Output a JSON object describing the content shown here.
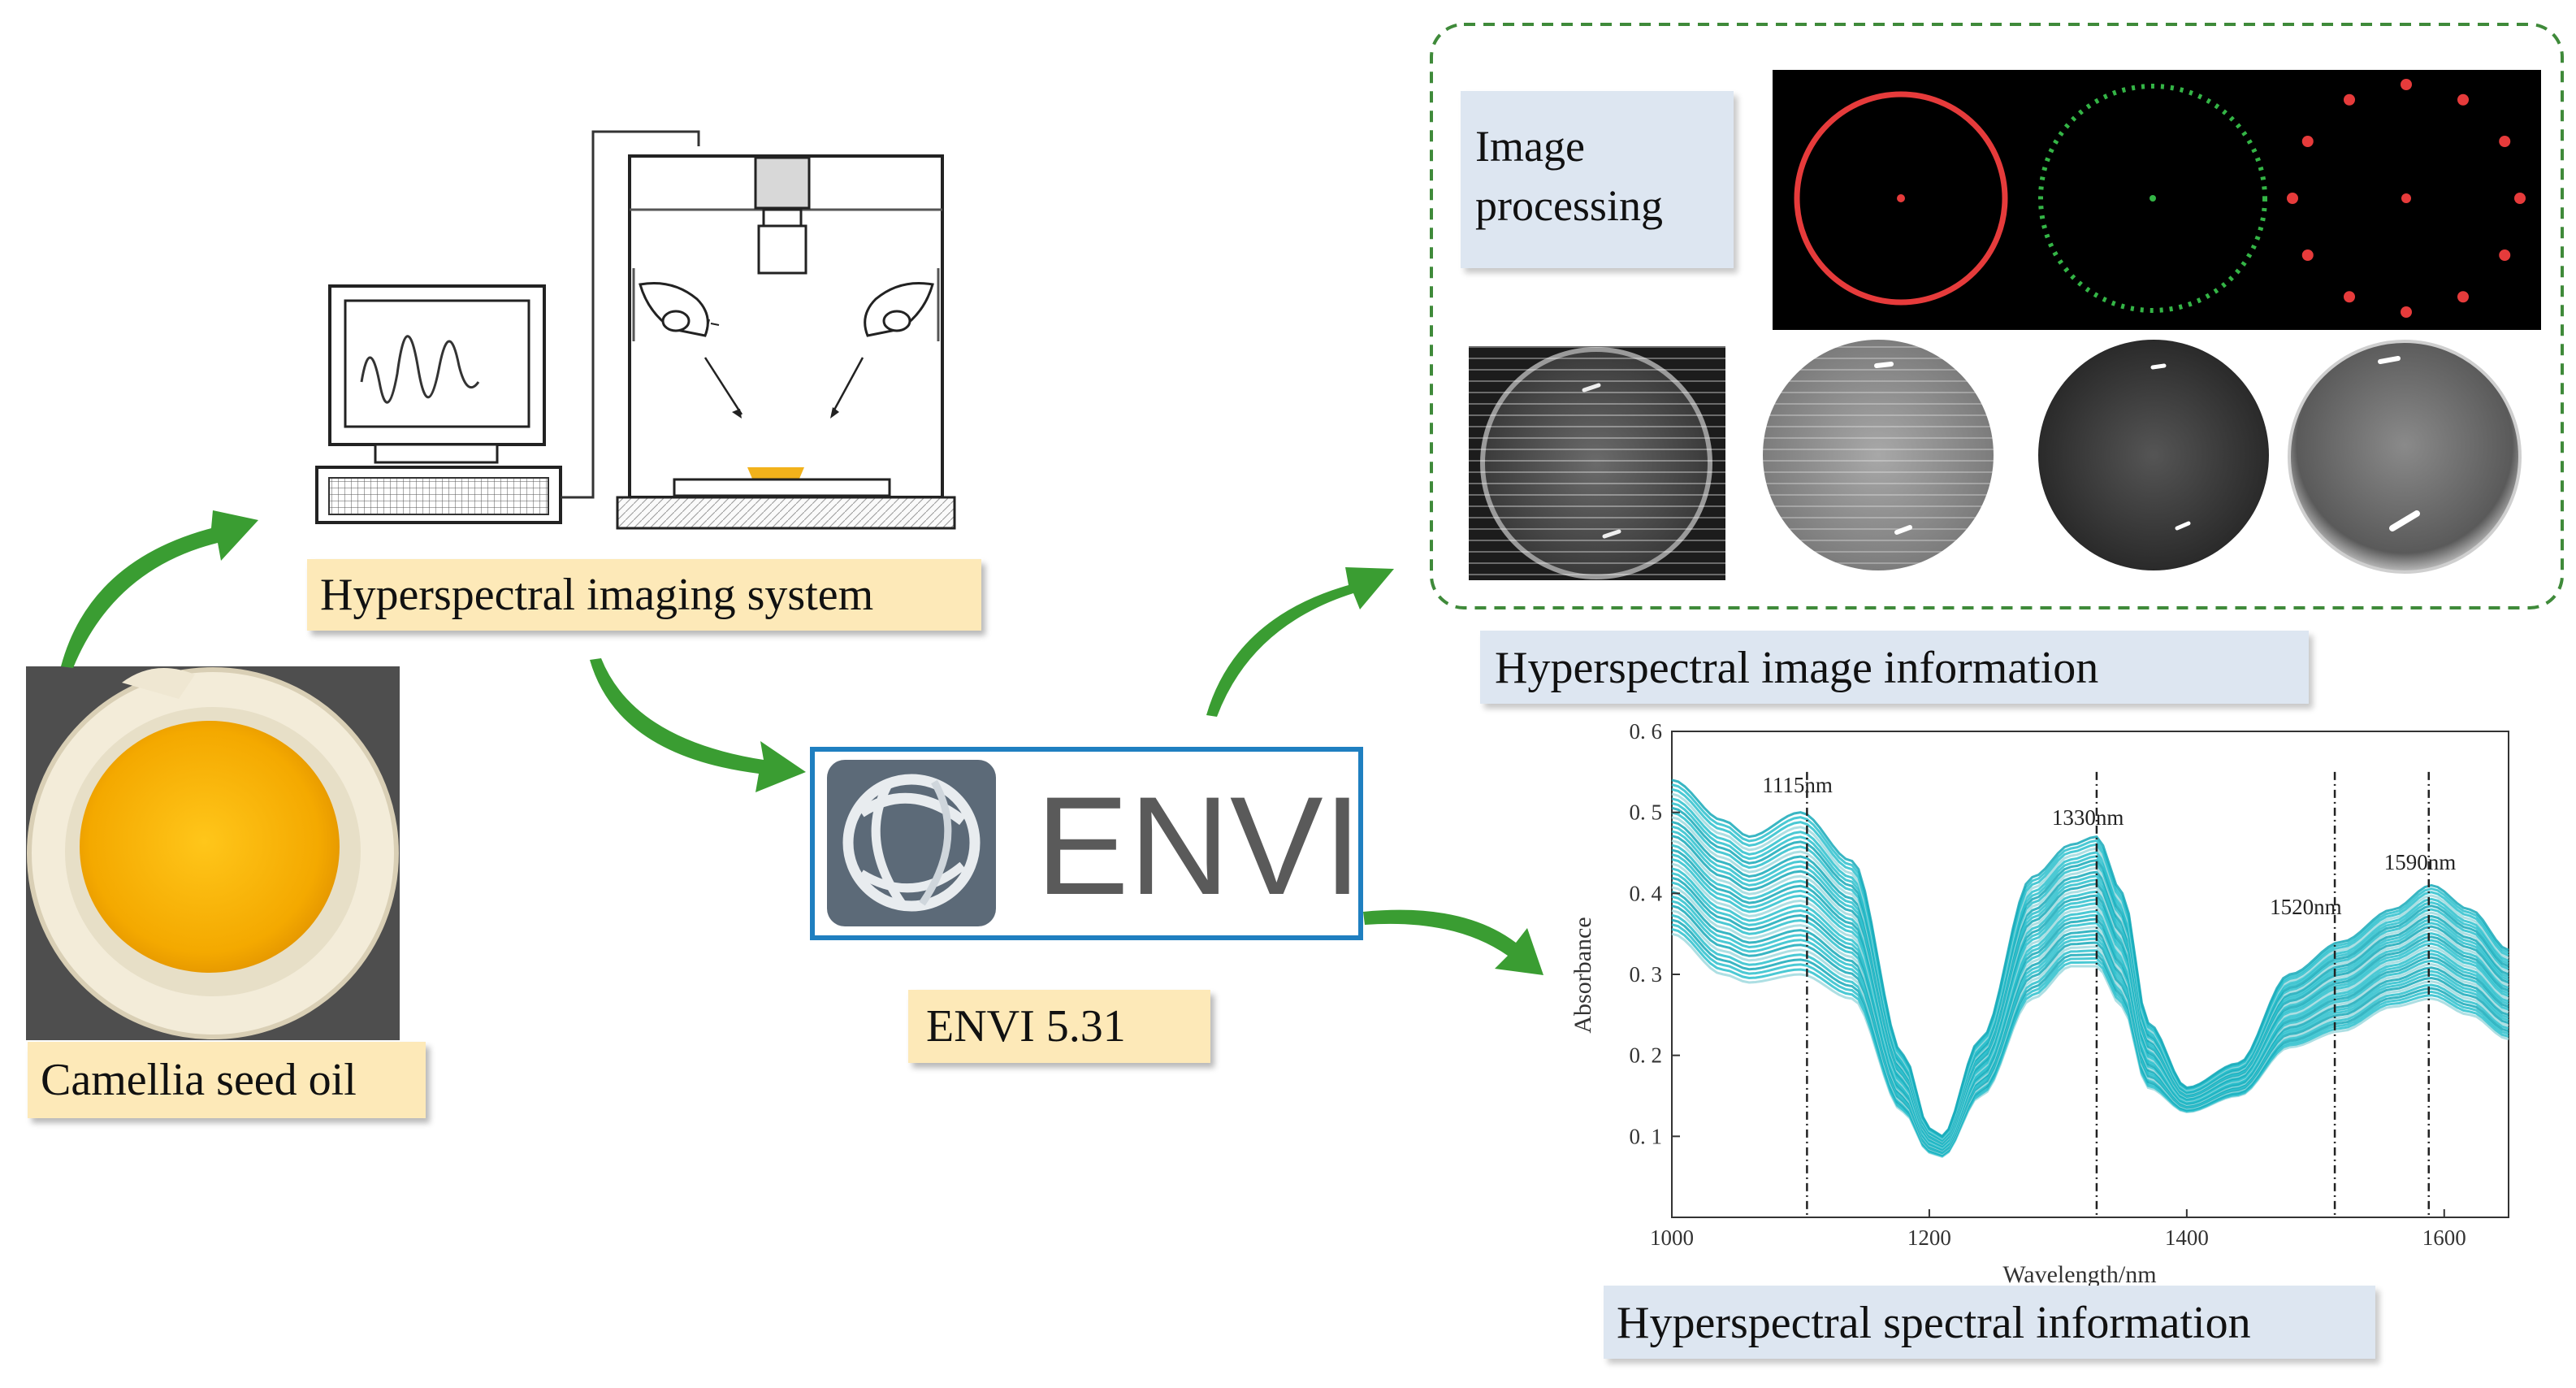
{
  "labels": {
    "oil": "Camellia seed oil",
    "system": "Hyperspectral imaging system",
    "envi_version": "ENVI 5.31",
    "image_info": "Hyperspectral image information",
    "spectral_info": "Hyperspectral spectral information",
    "image_processing": "Image\nprocessing"
  },
  "envi_logo_text": "ENVI",
  "icons": [
    "oil-dish-photo",
    "computer-icon",
    "imaging-chamber-icon",
    "envi-logo",
    "arrow-icon"
  ],
  "colors": {
    "label_yellow": "#fde9b8",
    "label_blue": "#dde6f1",
    "arrow_green": "#3a9d32",
    "envi_border": "#1f7fc0",
    "dashed_border": "#3f8a3a",
    "spectra_teal": "#1fb5c4",
    "oil_yellow": "#f5b400"
  },
  "chart_data": {
    "type": "line",
    "xlabel": "Wavelength/nm",
    "ylabel": "Absorbance",
    "xlim": [
      1000,
      1650
    ],
    "ylim": [
      0,
      0.6
    ],
    "xticks": [
      1000,
      1200,
      1400,
      1600
    ],
    "yticks": [
      0.1,
      0.2,
      0.3,
      0.4,
      0.5,
      0.6
    ],
    "ytick_labels": [
      "0. 1",
      "0. 2",
      "0. 3",
      "0. 4",
      "0. 5",
      "0. 6"
    ],
    "annotations": [
      {
        "x": 1105,
        "label": "1115nm"
      },
      {
        "x": 1330,
        "label": "1330nm"
      },
      {
        "x": 1515,
        "label": "1520nm"
      },
      {
        "x": 1588,
        "label": "1590nm"
      }
    ],
    "series_envelope": {
      "x": [
        1000,
        1040,
        1060,
        1100,
        1140,
        1180,
        1200,
        1210,
        1240,
        1280,
        1310,
        1330,
        1350,
        1370,
        1400,
        1440,
        1480,
        1520,
        1560,
        1590,
        1620,
        1650
      ],
      "upper": [
        0.54,
        0.49,
        0.47,
        0.5,
        0.44,
        0.2,
        0.11,
        0.1,
        0.22,
        0.42,
        0.46,
        0.47,
        0.4,
        0.24,
        0.16,
        0.19,
        0.3,
        0.34,
        0.38,
        0.41,
        0.38,
        0.33
      ],
      "lower": [
        0.35,
        0.3,
        0.29,
        0.3,
        0.27,
        0.13,
        0.08,
        0.075,
        0.15,
        0.27,
        0.31,
        0.31,
        0.26,
        0.16,
        0.13,
        0.15,
        0.21,
        0.23,
        0.26,
        0.27,
        0.25,
        0.22
      ]
    }
  }
}
